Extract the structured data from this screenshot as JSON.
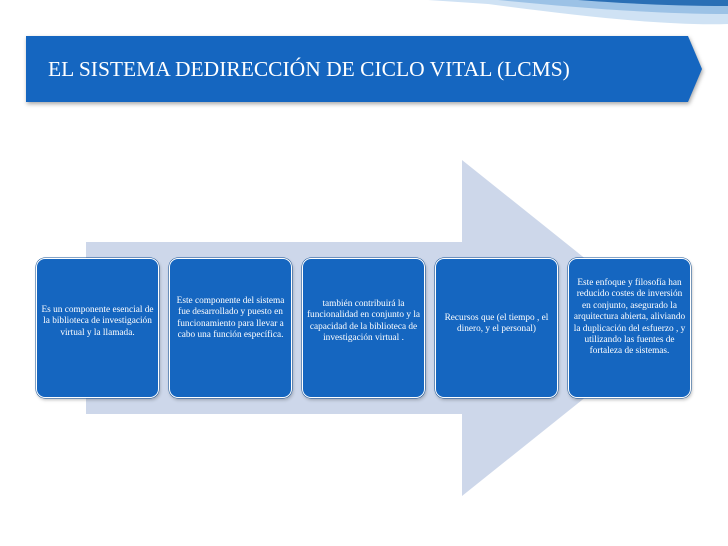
{
  "slide": {
    "title": "EL SISTEMA DEDIRECCIÓN DE  CICLO VITAL (LCMS)",
    "colors": {
      "banner": "#1566c0",
      "box": "#1566c0",
      "arrow": "#cdd7ea",
      "corner_light": "#cfe2f4",
      "corner_dark": "#2a6fb5"
    }
  },
  "boxes": [
    {
      "text": "Es un componente esencial de la  biblioteca de investigación virtual y la llamada."
    },
    {
      "text": "Este componente del sistema  fue desarrollado y puesto en funcionamiento para llevar a cabo una función específica."
    },
    {
      "text": "también  contribuirá la funcionalidad en conjunto y la capacidad de la biblioteca de investigación virtual ."
    },
    {
      "text": "Recursos que  (el tiempo , el dinero, y el personal)"
    },
    {
      "text": "Este enfoque y filosofía han reducido costes de inversión en conjunto, asegurado la arquitectura abierta, aliviando la duplicación del esfuerzo , y utilizando las fuentes de fortaleza de sistemas."
    }
  ]
}
